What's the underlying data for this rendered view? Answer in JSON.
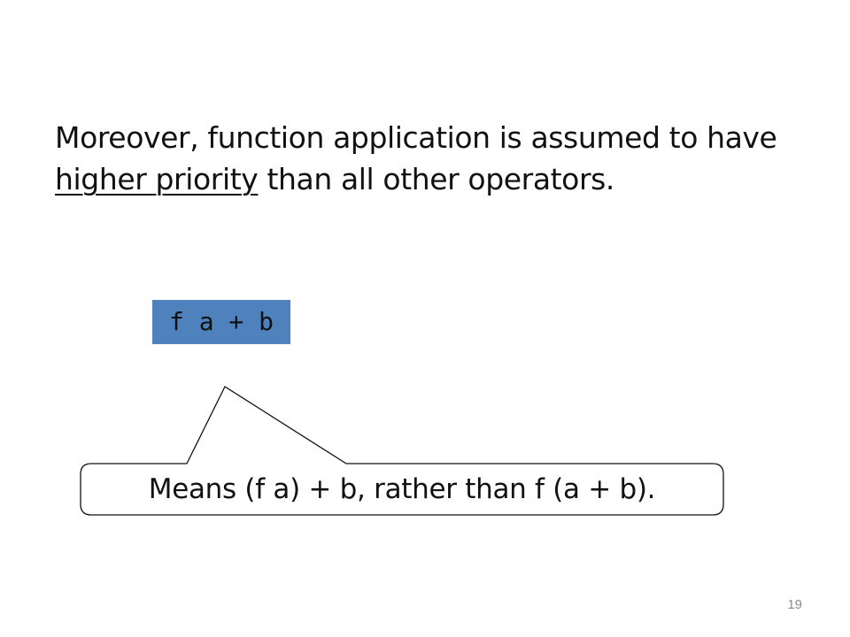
{
  "intro": {
    "before": "Moreover, function application is assumed to have ",
    "emphasis": "higher priority",
    "after": " than all other operators."
  },
  "code": "f a + b",
  "callout": "Means (f a) + b, rather than f (a + b).",
  "page_number": "19",
  "colors": {
    "code_background": "#4f81bd",
    "text": "#111111",
    "page_number": "#8c8c8c"
  }
}
